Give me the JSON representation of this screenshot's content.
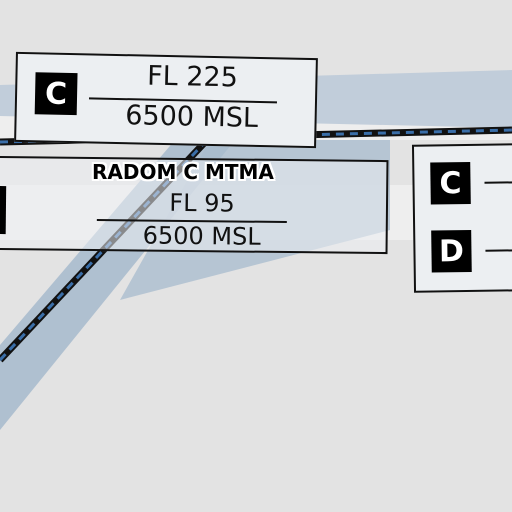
{
  "map": {
    "colors": {
      "background": "#e3e3e3",
      "upper_area": "#eeeeee",
      "boundary_band": "#bccad8",
      "boundary_line": "#111111",
      "boundary_dash": "#3a6ea8"
    },
    "zone_label": "RADOM C MTMA",
    "label_boxes": [
      {
        "class": "C",
        "upper_limit": "FL 225",
        "lower_limit": "6500 MSL"
      },
      {
        "class": "",
        "upper_limit": "FL 95",
        "lower_limit": "6500 MSL"
      },
      {
        "classes": [
          "C",
          "D"
        ]
      }
    ]
  }
}
